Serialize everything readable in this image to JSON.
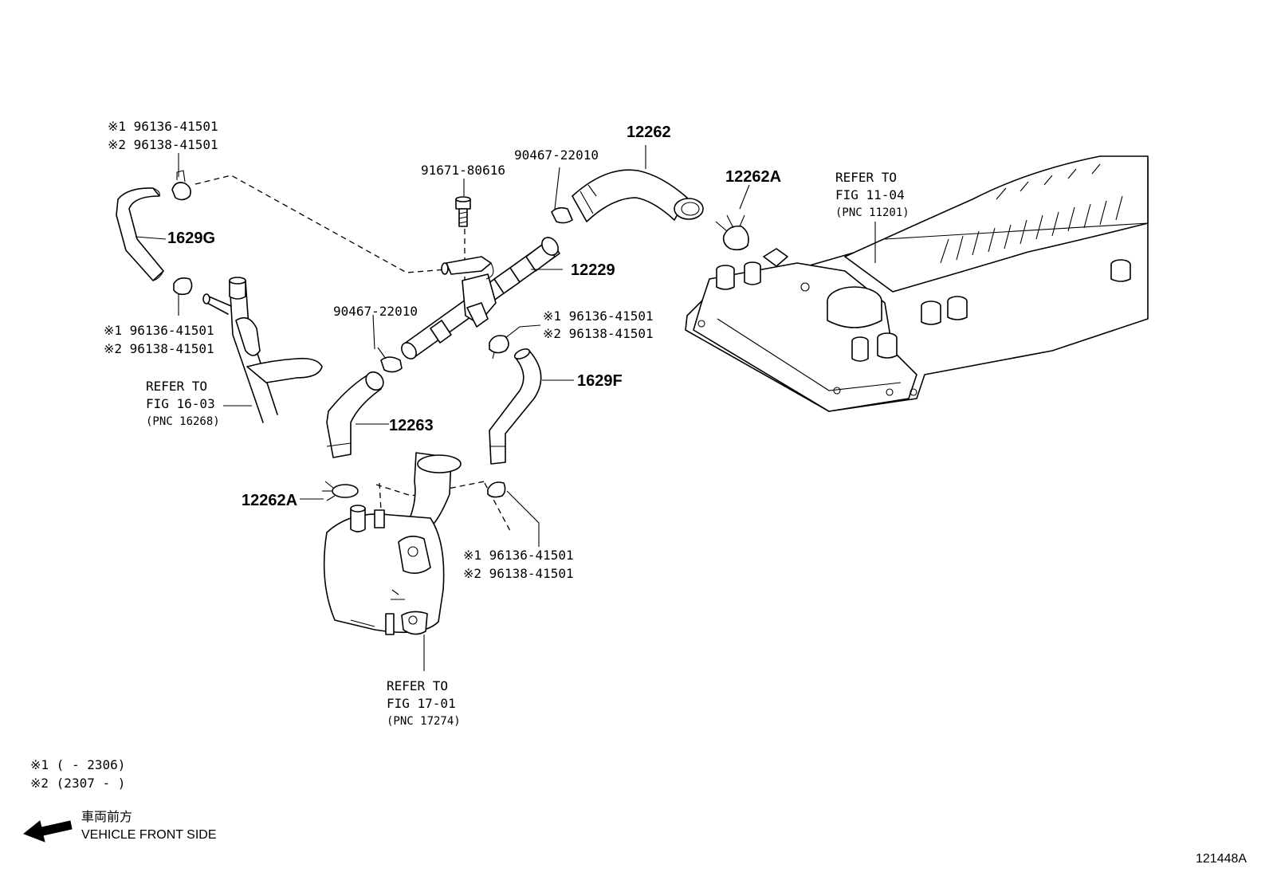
{
  "labels": {
    "clip_a1": "※1 96136-41501",
    "clip_a2": "※2 96138-41501",
    "hose_1629g": "1629G",
    "clip_b1": "※1 96136-41501",
    "clip_b2": "※2 96138-41501",
    "ref_16_l1": "REFER TO",
    "ref_16_l2": "FIG 16-03",
    "ref_16_l3": "(PNC 16268)",
    "bolt": "91671-80616",
    "clamp_top": "90467-22010",
    "hose_12262": "12262",
    "gasket_top": "12262A",
    "ref_11_l1": "REFER TO",
    "ref_11_l2": "FIG 11-04",
    "ref_11_l3": "(PNC 11201)",
    "pipe_12229": "12229",
    "clamp_mid": "90467-22010",
    "clip_c1": "※1 96136-41501",
    "clip_c2": "※2 96138-41501",
    "hose_1629f": "1629F",
    "hose_12263": "12263",
    "gasket_bot": "12262A",
    "clip_d1": "※1 96136-41501",
    "clip_d2": "※2 96138-41501",
    "ref_17_l1": "REFER TO",
    "ref_17_l2": "FIG 17-01",
    "ref_17_l3": "(PNC 17274)",
    "note1": "※1 (        - 2306)",
    "note2": "※2 (2307  -        )",
    "front_jp": "車両前方",
    "front_en": "VEHICLE FRONT SIDE",
    "fig_id": "121448A"
  }
}
